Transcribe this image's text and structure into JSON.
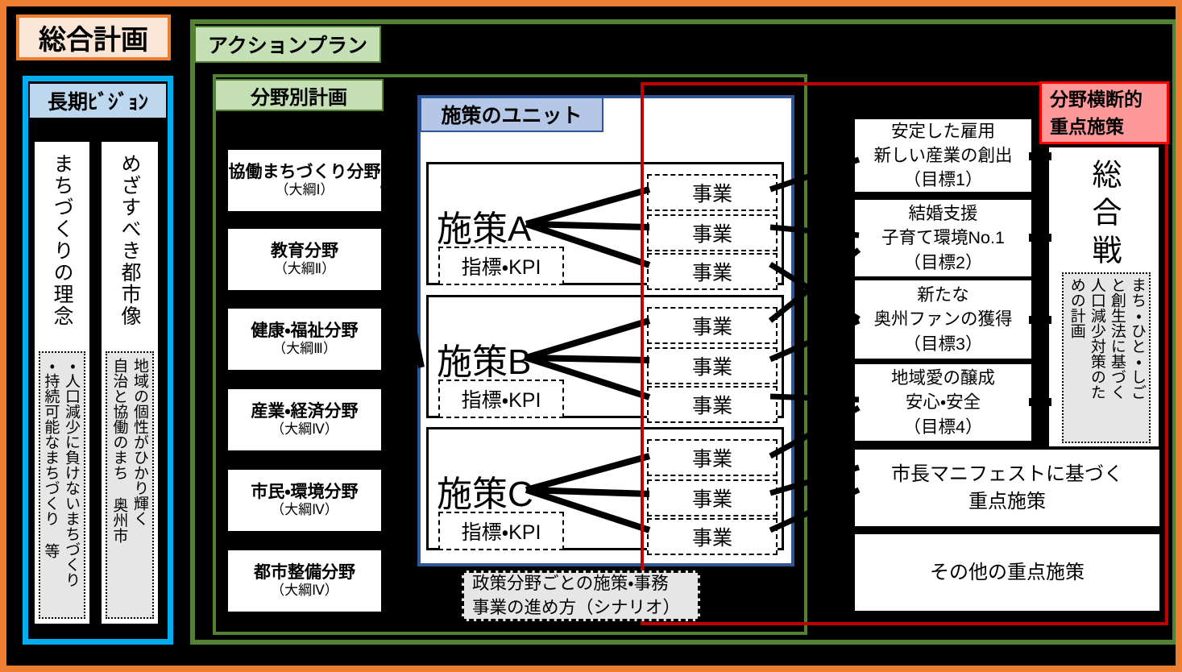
{
  "page": {
    "title": "総合計画"
  },
  "labels": {
    "action_plan": "アクションプラン",
    "long_term_vision": "長期ﾋﾞｼﾞｮﾝ",
    "field_plan": "分野別計画",
    "unit": "施策のユニット",
    "cross_field": "分野横断的\n重点施策",
    "kpi": "指標・KPI",
    "jigyo": "事業"
  },
  "vision": {
    "columns": [
      {
        "heading": "まちづくりの理念",
        "note": "・人口減少に負けないまちづくり\n・持続可能なまちづくり 等"
      },
      {
        "heading": "めざすべき都市像",
        "note": "地域の個性がひかり輝く\n自治と協働のまち 奥州市"
      }
    ]
  },
  "fields": [
    {
      "name": "協働まちづくり分野",
      "taiko": "（大綱Ⅰ）"
    },
    {
      "name": "教育分野",
      "taiko": "（大綱Ⅱ）"
    },
    {
      "name": "健康・福祉分野",
      "taiko": "（大綱Ⅲ）"
    },
    {
      "name": "産業・経済分野",
      "taiko": "（大綱Ⅳ）"
    },
    {
      "name": "市民・環境分野",
      "taiko": "（大綱Ⅳ）"
    },
    {
      "name": "都市整備分野",
      "taiko": "（大綱Ⅳ）"
    }
  ],
  "units": [
    {
      "name": "施策A"
    },
    {
      "name": "施策B"
    },
    {
      "name": "施策C"
    }
  ],
  "scenario_note": "政策分野ごとの施策・事務\n事業の進め方（シナリオ）",
  "goals": [
    {
      "text": "安定した雇用\n新しい産業の創出\n（目標1）"
    },
    {
      "text": "結婚支援\n子育て環境No.1\n（目標2）"
    },
    {
      "text": "新たな\n奥州ファンの獲得\n（目標3）"
    },
    {
      "text": "地域愛の醸成\n安心・安全\n（目標4）"
    }
  ],
  "strategy": {
    "title": "総合戦略",
    "note": "まち・ひと・しご\nと創生法に基づく\n人口減少対策のた\nめの計画"
  },
  "priority": {
    "mayor": "市長マニフェストに基づく\n重点施策",
    "other": "その他の重点施策"
  },
  "colors": {
    "outer_border": "#ED7D31",
    "title_fill": "#FBE5D6",
    "vision_frame": "#00AEEF",
    "vision_label_fill": "#BDD7EE",
    "green_frame": "#538135",
    "green_label_fill": "#C5E0B4",
    "unit_frame": "#2F5597",
    "unit_label_fill": "#B4C7E7",
    "red_rect": "#C00000",
    "cross_label_border": "#FF0000",
    "cross_label_fill": "#FF9999",
    "note_fill": "#E7E6E6",
    "background": "#000000"
  }
}
